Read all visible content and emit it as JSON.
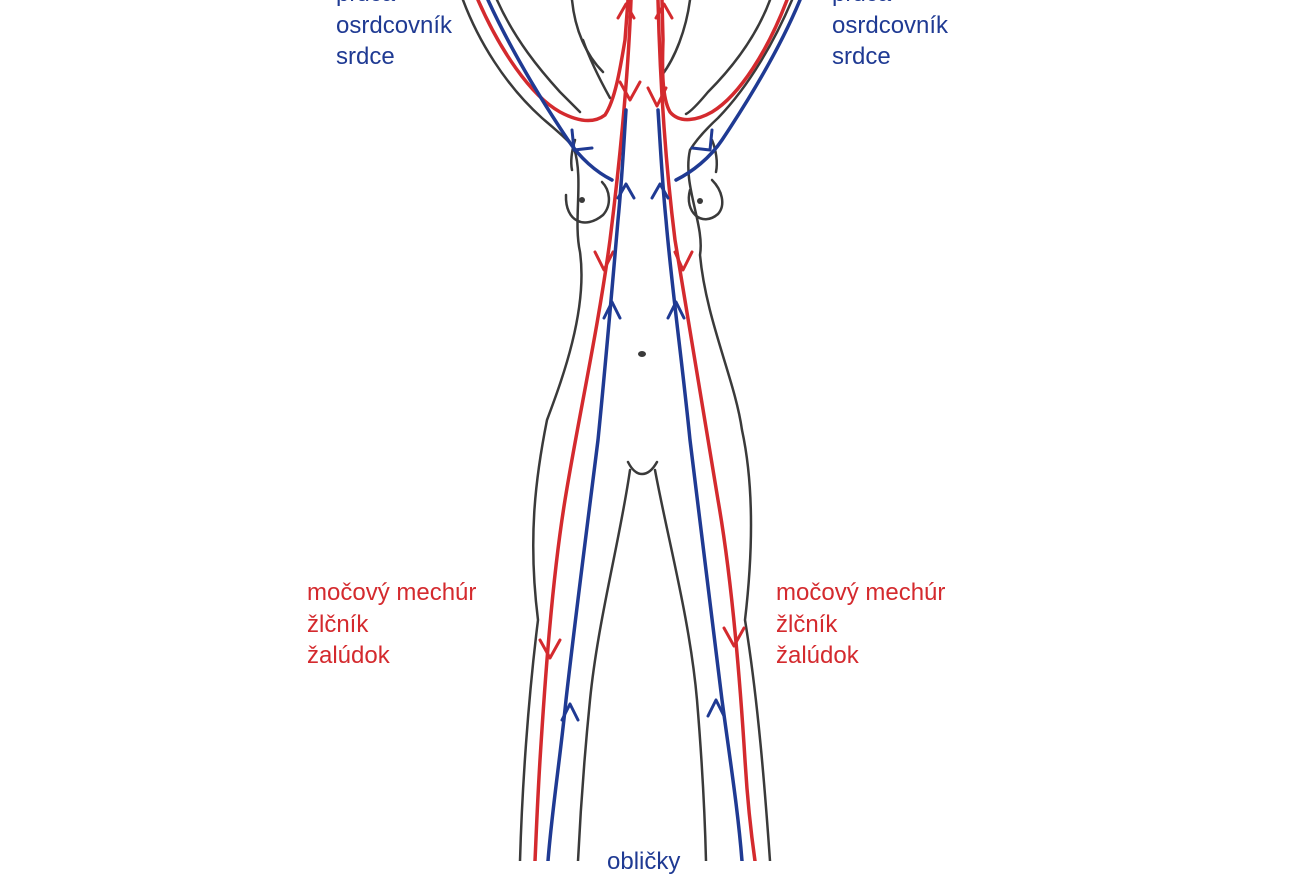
{
  "colors": {
    "yin_channel": "#1f3a93",
    "yang_channel": "#d42a2e",
    "outline": "#3a3a3a",
    "background": "#ffffff"
  },
  "labels": {
    "upper_left": [
      "pľúca",
      "osrdcovník",
      "srdce"
    ],
    "upper_right": [
      "pľúca",
      "osrdcovník",
      "srdce"
    ],
    "lower_left": [
      "močový mechúr",
      "žlčník",
      "žalúdok"
    ],
    "lower_right": [
      "močový mechúr",
      "žlčník",
      "žalúdok"
    ],
    "bottom": "obličky"
  }
}
